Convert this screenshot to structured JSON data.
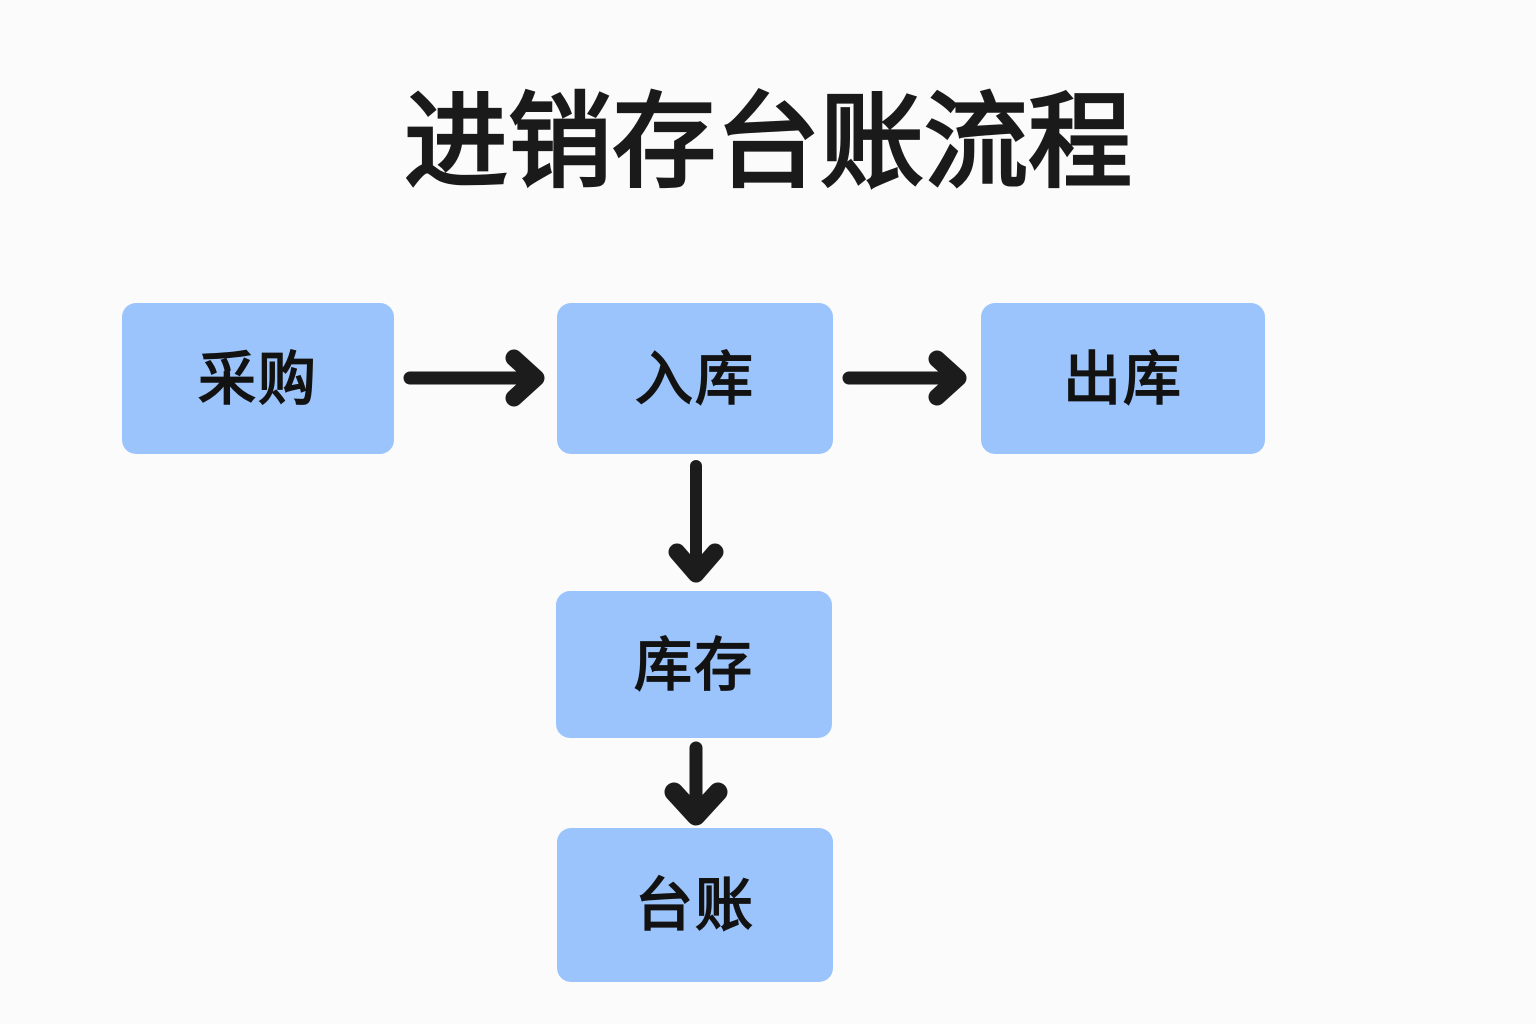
{
  "diagram": {
    "title": "进销存台账流程",
    "background_color": "#fbfbfb",
    "node_fill_color": "#9cc4fc",
    "node_text_color": "#121212",
    "arrow_color": "#1c1c1c",
    "nodes": [
      {
        "id": "procurement",
        "label": "采购"
      },
      {
        "id": "inbound",
        "label": "入库"
      },
      {
        "id": "outbound",
        "label": "出库"
      },
      {
        "id": "inventory",
        "label": "库存"
      },
      {
        "id": "ledger",
        "label": "台账"
      }
    ],
    "connectors": [
      {
        "id": "procurement-to-inbound",
        "from": "采购",
        "to": "入库",
        "direction": "right"
      },
      {
        "id": "inbound-to-outbound",
        "from": "入库",
        "to": "出库",
        "direction": "right"
      },
      {
        "id": "inbound-to-inventory",
        "from": "入库",
        "to": "库存",
        "direction": "down"
      },
      {
        "id": "inventory-to-ledger",
        "from": "库存",
        "to": "台账",
        "direction": "down"
      }
    ]
  }
}
